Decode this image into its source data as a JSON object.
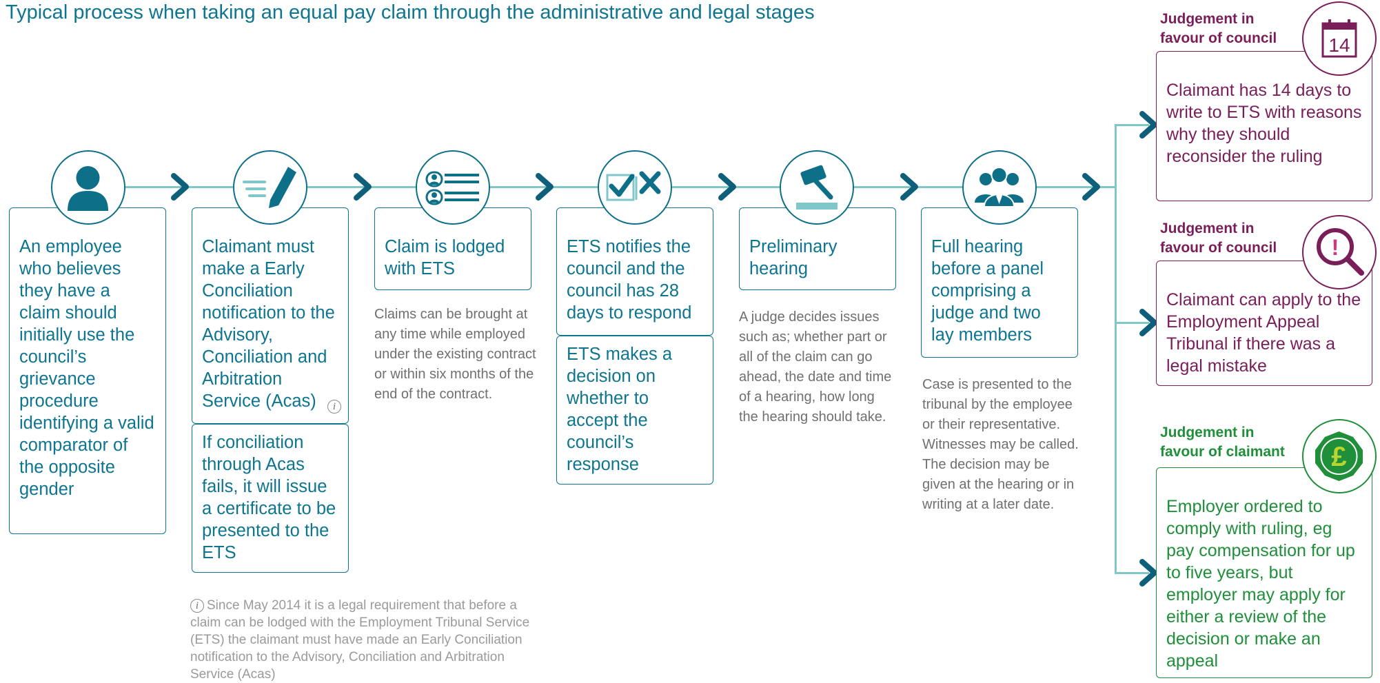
{
  "title": "Typical process when taking an equal pay claim through the administrative and legal stages",
  "steps": [
    {
      "icon": "person-icon",
      "box": "An employee who believes they have a claim should initially use the council’s grievance procedure identifying a valid comparator of the opposite gender"
    },
    {
      "icon": "pen-icon",
      "box": "Claimant must make a Early Conciliation notification to the Advisory, Conciliation and Arbitration Service (Acas)",
      "box2": "If conciliation through Acas fails, it will issue a certificate to be presented to the ETS"
    },
    {
      "icon": "forms-icon",
      "box": "Claim is lodged with ETS",
      "note": "Claims can be brought at any time while employed under the existing contract or within six months of the end of the contract."
    },
    {
      "icon": "check-cross-icon",
      "box": "ETS notifies the council and the council has 28 days to respond",
      "box2": "ETS makes a decision on whether to accept the council’s response"
    },
    {
      "icon": "gavel-icon",
      "box": "Preliminary hearing",
      "note": "A judge decides issues such as; whether part or all of the claim can go ahead, the date and time of a hearing, how long the hearing should take."
    },
    {
      "icon": "panel-icon",
      "box": "Full hearing before a panel comprising a judge and two lay members",
      "note": "Case is presented to the tribunal by the employee or their representative. Witnesses may be called. The decision may be given at the hearing or in writing at a later date."
    }
  ],
  "outcomes": [
    {
      "label_line1": "Judgement in",
      "label_line2": "favour of council",
      "icon": "calendar-icon",
      "icon_text": "14",
      "text": "Claimant has 14 days to write to ETS with reasons why they should reconsider the ruling",
      "color": "#7a1e5a"
    },
    {
      "label_line1": "Judgement in",
      "label_line2": "favour of council",
      "icon": "magnifier-exclamation-icon",
      "icon_text": "!",
      "text": "Claimant can apply to the Employment Appeal Tribunal if there was a legal mistake",
      "color": "#7a1e5a"
    },
    {
      "label_line1": "Judgement in",
      "label_line2": "favour of claimant",
      "icon": "pound-coin-icon",
      "icon_text": "£",
      "text": "Employer ordered to comply with ruling, eg pay compensation for up to five years, but employer may apply for either a review of the decision or make an appeal",
      "color": "#1f8f3a"
    }
  ],
  "footnote": "Since May 2014 it is a legal requirement that before a claim can be lodged with the Employment Tribunal Service (ETS) the claimant must have made an Early Conciliation notification to the Advisory, Conciliation and Arbitration Service (Acas)",
  "colors": {
    "teal": "#0e7590",
    "line": "#7fc7c9",
    "council": "#7a1e5a",
    "claimant": "#1f8f3a"
  }
}
